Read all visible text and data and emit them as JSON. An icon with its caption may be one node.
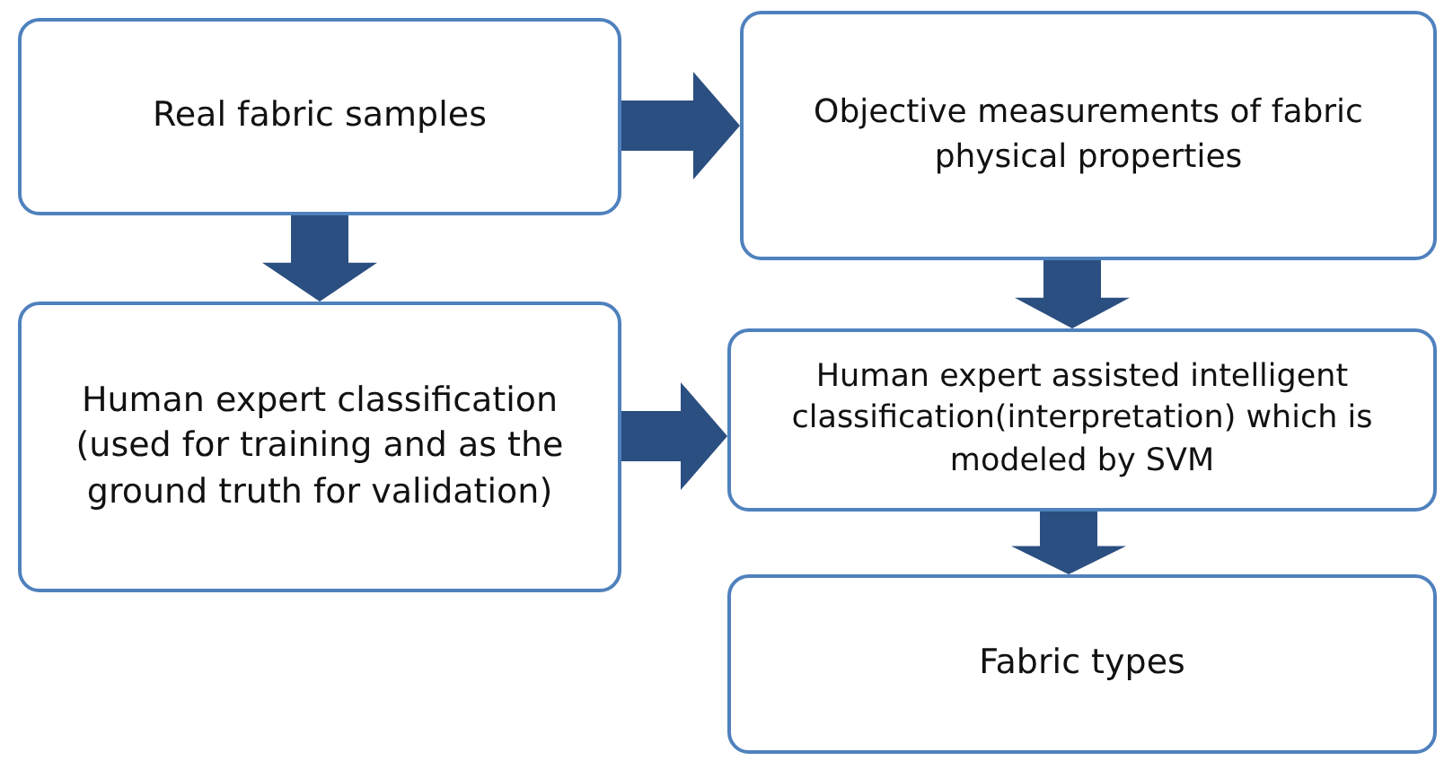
{
  "diagram": {
    "nodes": [
      {
        "text": [
          "Real fabric samples"
        ]
      },
      {
        "text": [
          "Objective measurements of fabric physical properties"
        ]
      },
      {
        "text": [
          "Human expert classification (used for training and as the ground truth for validation)"
        ]
      },
      {
        "text": [
          "Human expert assisted intelligent classification(interpretation) which is modeled by SVM"
        ]
      },
      {
        "text": [
          "Fabric types"
        ]
      }
    ],
    "edges": [
      {
        "from": 0,
        "to": 1,
        "arrow": "to"
      },
      {
        "from": 0,
        "to": 2,
        "arrow": "to"
      },
      {
        "from": 1,
        "to": 3,
        "arrow": "to"
      },
      {
        "from": 2,
        "to": 3,
        "arrow": "to"
      },
      {
        "from": 3,
        "to": 4,
        "arrow": "to"
      }
    ]
  }
}
